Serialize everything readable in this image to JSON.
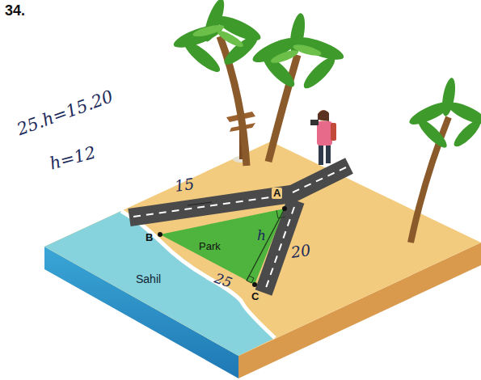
{
  "diagram": {
    "labels": [
      "34.",
      "25.h=15.20",
      "h=12",
      "15",
      "A",
      "B",
      "C",
      "Park",
      "h",
      "20",
      "25",
      "Sahil"
    ]
  }
}
